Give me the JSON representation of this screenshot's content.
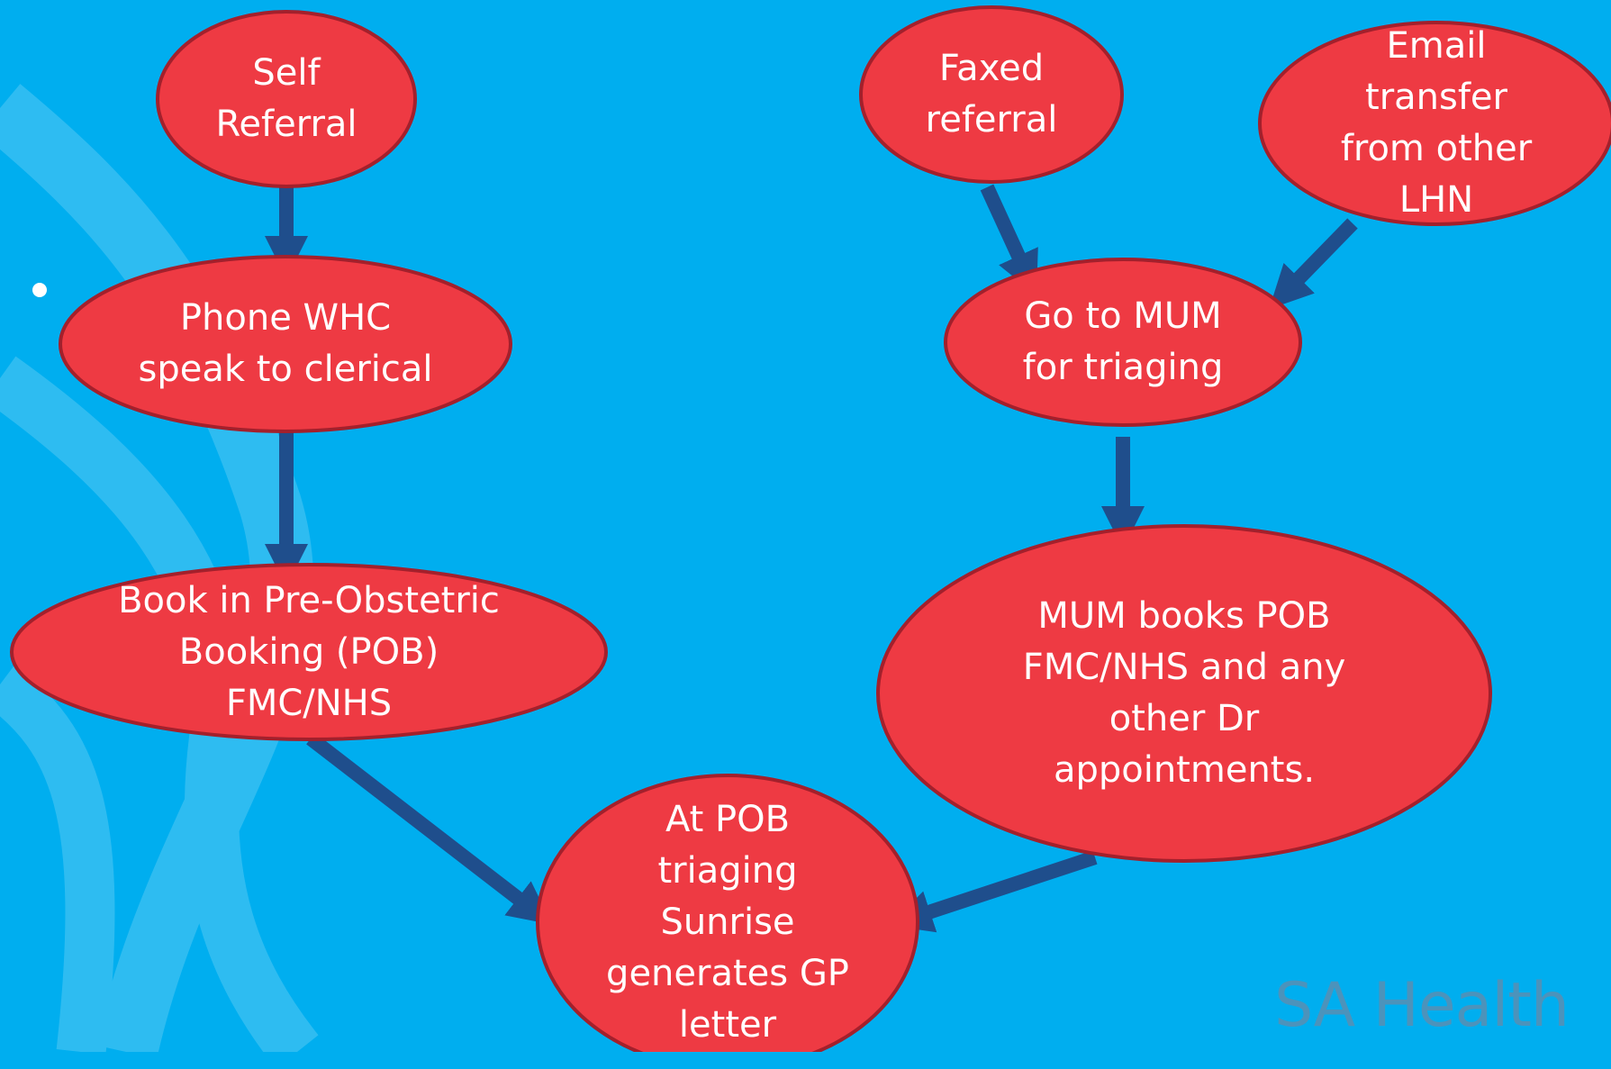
{
  "colors": {
    "background": "#00aeef",
    "node_fill": "#ee3a43",
    "node_border": "#a3202c",
    "arrow": "#1f4e8c",
    "node_text": "#ffffff"
  },
  "nodes": {
    "self_referral": "Self\nReferral",
    "faxed_referral": "Faxed\nreferral",
    "email_transfer": "Email\ntransfer\nfrom other\nLHN",
    "phone_whc": "Phone WHC\nspeak to clerical",
    "go_to_mum": "Go to MUM\nfor triaging",
    "book_pob": "Book in Pre-Obstetric\nBooking (POB)\nFMC/NHS",
    "mum_books": "MUM books POB\nFMC/NHS and any\nother Dr\nappointments.",
    "at_pob": "At POB\ntriaging\nSunrise\ngenerates GP\nletter"
  },
  "edges": [
    {
      "from": "self_referral",
      "to": "phone_whc"
    },
    {
      "from": "phone_whc",
      "to": "book_pob"
    },
    {
      "from": "book_pob",
      "to": "at_pob"
    },
    {
      "from": "faxed_referral",
      "to": "go_to_mum"
    },
    {
      "from": "email_transfer",
      "to": "go_to_mum"
    },
    {
      "from": "go_to_mum",
      "to": "mum_books"
    },
    {
      "from": "mum_books",
      "to": "at_pob"
    }
  ],
  "branding": {
    "logo_text": "SA Health"
  }
}
